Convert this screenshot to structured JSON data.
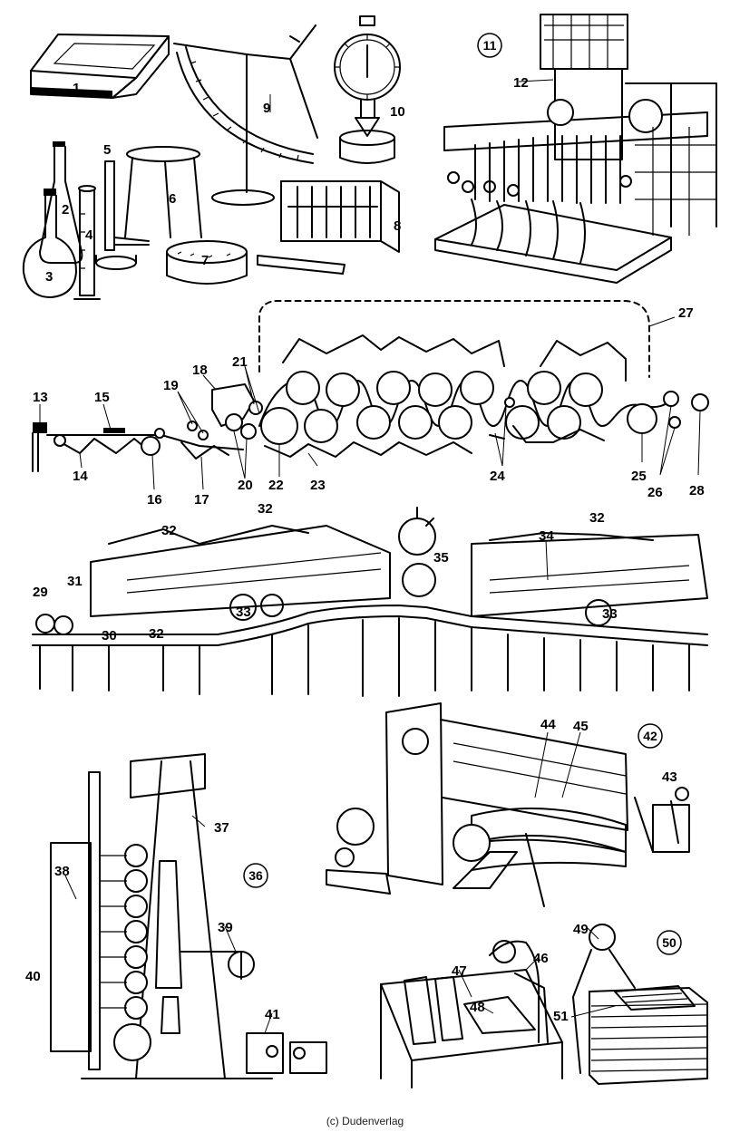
{
  "figure": {
    "credit": "(c) Dudenverlag",
    "labels": {
      "n1": "1",
      "n2": "2",
      "n3": "3",
      "n4": "4",
      "n5": "5",
      "n6": "6",
      "n7": "7",
      "n8": "8",
      "n9": "9",
      "n10": "10",
      "n11": "11",
      "n12": "12",
      "n13": "13",
      "n14": "14",
      "n15": "15",
      "n16": "16",
      "n17": "17",
      "n18": "18",
      "n19": "19",
      "n20": "20",
      "n21": "21",
      "n22": "22",
      "n23": "23",
      "n24": "24",
      "n25": "25",
      "n26": "26",
      "n27": "27",
      "n28": "28",
      "n29": "29",
      "n30": "30",
      "n31": "31",
      "n32": "32",
      "n33": "33",
      "n34": "34",
      "n35": "35",
      "n36": "36",
      "n37": "37",
      "n38": "38",
      "n39": "39",
      "n40": "40",
      "n41": "41",
      "n42": "42",
      "n43": "43",
      "n44": "44",
      "n45": "45",
      "n46": "46",
      "n47": "47",
      "n48": "48",
      "n49": "49",
      "n50": "50",
      "n51": "51"
    }
  }
}
